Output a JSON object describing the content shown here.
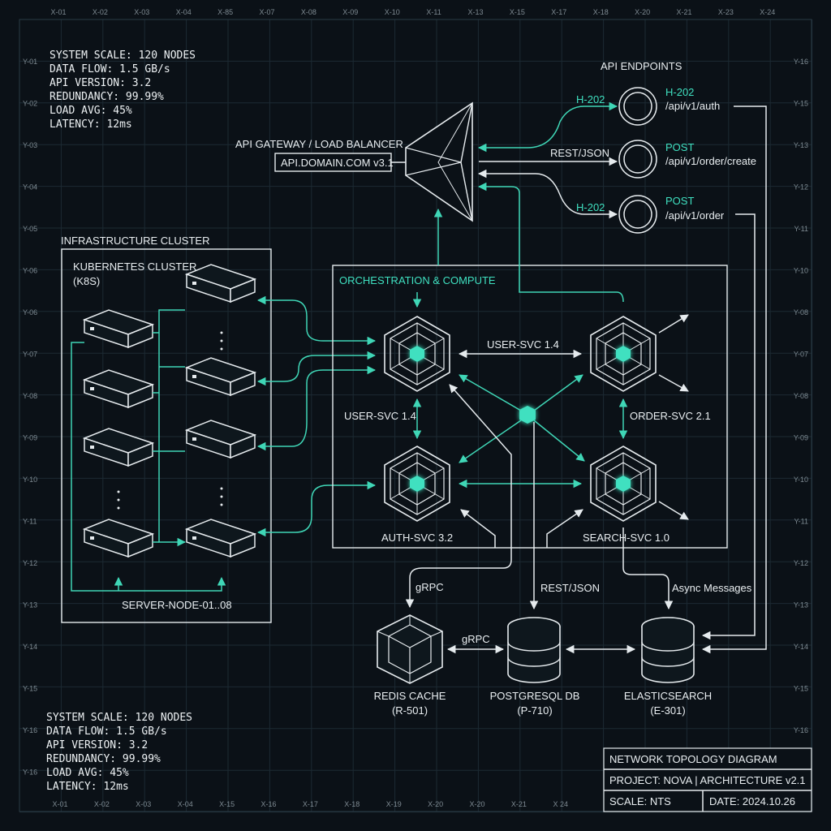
{
  "grid": {
    "top_labels": [
      "X-01",
      "X-02",
      "X-03",
      "X-04",
      "X-85",
      "X-07",
      "X-08",
      "X-09",
      "X-10",
      "X-11",
      "X-13",
      "X-15",
      "X-17",
      "X-18",
      "X-20",
      "X-21",
      "X-23",
      "X-24"
    ],
    "bottom_labels": [
      "X-01",
      "X-02",
      "X-03",
      "X-04",
      "X-15",
      "X-16",
      "X-17",
      "X-18",
      "X-19",
      "X-20",
      "X-20",
      "X-21",
      "X 24"
    ],
    "left_labels": [
      "Y-01",
      "Y-02",
      "Y-03",
      "Y-04",
      "Y-05",
      "Y-06",
      "Y-06",
      "Y-07",
      "Y-08",
      "Y-09",
      "Y-10",
      "Y-11",
      "Y-12",
      "Y-13",
      "Y-14",
      "Y-15",
      "Y-16",
      "Y-16"
    ],
    "right_labels": [
      "Y-16",
      "Y-15",
      "Y-13",
      "Y-12",
      "Y-11",
      "Y-10",
      "Y-08",
      "Y-07",
      "Y-08",
      "Y-09",
      "Y-10",
      "Y-11",
      "Y-12",
      "Y-13",
      "Y-14",
      "Y-15",
      "Y-16"
    ]
  },
  "stats_top": [
    "SYSTEM SCALE: 120 NODES",
    "DATA FLOW: 1.5 GB/s",
    "API VERSION: 3.2",
    "REDUNDANCY: 99.99%",
    "LOAD AVG: 45%",
    "LATENCY: 12ms"
  ],
  "stats_bottom": [
    "SYSTEM SCALE: 120 NODES",
    "DATA FLOW: 1.5 GB/s",
    "API VERSION: 3.2",
    "REDUNDANCY: 99.99%",
    "LOAD AVG: 45%",
    "LATENCY: 12ms"
  ],
  "gateway": {
    "title": "API GATEWAY / LOAD BALANCER",
    "domain": "API.DOMAIN.COM v3.1"
  },
  "endpoints": {
    "title": "API ENDPOINTS",
    "items": [
      {
        "method": "H-202",
        "path": "/api/v1/auth",
        "link": "H-202"
      },
      {
        "method": "POST",
        "path": "/api/v1/order/create",
        "link": "REST/JSON"
      },
      {
        "method": "POST",
        "path": "/api/v1/order",
        "link": "H-202"
      }
    ]
  },
  "infra": {
    "title": "INFRASTRUCTURE CLUSTER",
    "cluster_line1": "KUBERNETES CLUSTER",
    "cluster_line2": "(K8S)",
    "servers_label": "SERVER-NODE-01..08"
  },
  "orchestration": {
    "title": "ORCHESTRATION & COMPUTE",
    "services": [
      "USER-SVC 1.4",
      "ORDER-SVC 2.1",
      "AUTH-SVC 3.2",
      "SEARCH-SVC 1.0"
    ],
    "link_top": "USER-SVC 1.4",
    "link_left": "USER-SVC 1.4"
  },
  "data_stores": [
    {
      "name": "REDIS CACHE",
      "code": "(R-501)"
    },
    {
      "name": "POSTGRESQL DB",
      "code": "(P-710)"
    },
    {
      "name": "ELASTICSEARCH",
      "code": "(E-301)"
    }
  ],
  "flows": {
    "grpc_1": "gRPC",
    "grpc_2": "gRPC",
    "rest": "REST/JSON",
    "async": "Async Messages"
  },
  "title_block": {
    "title": "NETWORK TOPOLOGY DIAGRAM",
    "project": "PROJECT: NOVA | ARCHITECTURE v2.1",
    "scale": "SCALE: NTS",
    "date": "DATE: 2024.10.26"
  },
  "colors": {
    "background": "#0b1117",
    "accent": "#3fe0c0",
    "line": "#e6ebee",
    "grid": "#1c2a33"
  }
}
